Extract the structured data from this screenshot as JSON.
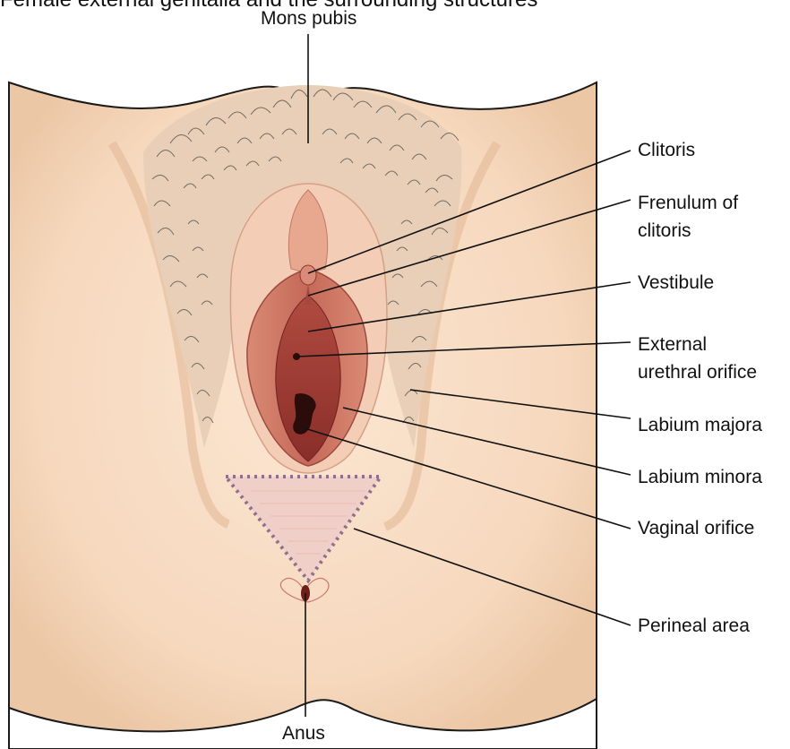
{
  "cropped_caption": "Female external genitalia and the surrounding structures",
  "labels": {
    "mons_pubis": "Mons pubis",
    "clitoris": "Clitoris",
    "frenulum_line1": "Frenulum of",
    "frenulum_line2": "clitoris",
    "vestibule": "Vestibule",
    "urethral_line1": "External",
    "urethral_line2": "urethral orifice",
    "labium_majora": "Labium majora",
    "labium_minora": "Labium minora",
    "vaginal_orifice": "Vaginal orifice",
    "perineal_area": "Perineal area",
    "anus": "Anus"
  },
  "colors": {
    "skin": "#f7dcc2",
    "skin_shadow": "#e6bfa0",
    "labia_minora": "#c8705d",
    "vestibule": "#9b3a33",
    "orifice": "#2a0c0a",
    "perineum": "#f0cfc8",
    "dotted_border": "#8f6f8e",
    "hair": "#4a4a4a",
    "leader_line": "#111111"
  }
}
